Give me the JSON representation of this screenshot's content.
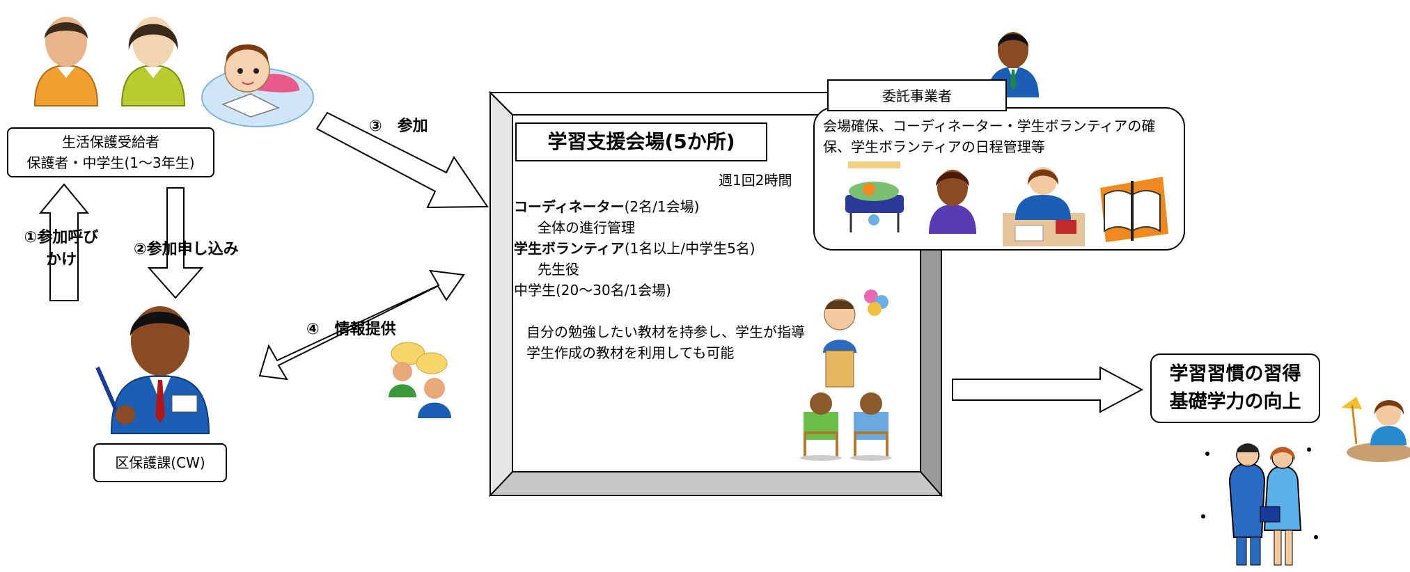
{
  "recipients": {
    "line1": "生活保護受給者",
    "line2": "保護者・中学生(1～3年生)"
  },
  "office": {
    "label": "区保護課(CW)"
  },
  "steps": {
    "step1_line1": "①参加呼び",
    "step1_line2": "かけ",
    "step2": "②参加申し込み",
    "step3": "③　参加",
    "step4": "④　情報提供"
  },
  "venue": {
    "title": "学習支援会場(5か所)",
    "schedule": "週1回2時間",
    "coordinator_role": "コーディネーター",
    "coordinator_count": "(2名/1会場)",
    "coordinator_duty": "全体の進行管理",
    "volunteer_role": "学生ボランティア",
    "volunteer_count": "(1名以上/中学生5名)",
    "volunteer_duty": "先生役",
    "students": "中学生(20～30名/1会場)",
    "note1": "自分の勉強したい教材を持参し、学生が指導",
    "note2": "学生作成の教材を利用しても可能"
  },
  "contractor": {
    "label": "委託事業者",
    "desc_line1": "会場確保、コーディネーター・学生ボランティアの確",
    "desc_line2": "保、学生ボランティアの日程管理等"
  },
  "outcome": {
    "line1": "学習習慣の習得",
    "line2": "基礎学力の向上"
  },
  "icons": [
    "parent-male-icon",
    "parent-female-icon",
    "child-reading-icon",
    "caseworker-icon",
    "meeting-people-icon",
    "contractor-person-icon",
    "party-table-icon",
    "student-volunteer-icon",
    "teacher-woman-icon",
    "open-book-icon",
    "classroom-teacher-icon",
    "study-girl-icon",
    "students-couple-icon"
  ],
  "colors": {
    "skin": "#e8b58a",
    "orange_shirt": "#f0a030",
    "lime_shirt": "#b8cc30",
    "blue_suit": "#1a5fb4",
    "venue_frame": "#c0c0c0"
  }
}
